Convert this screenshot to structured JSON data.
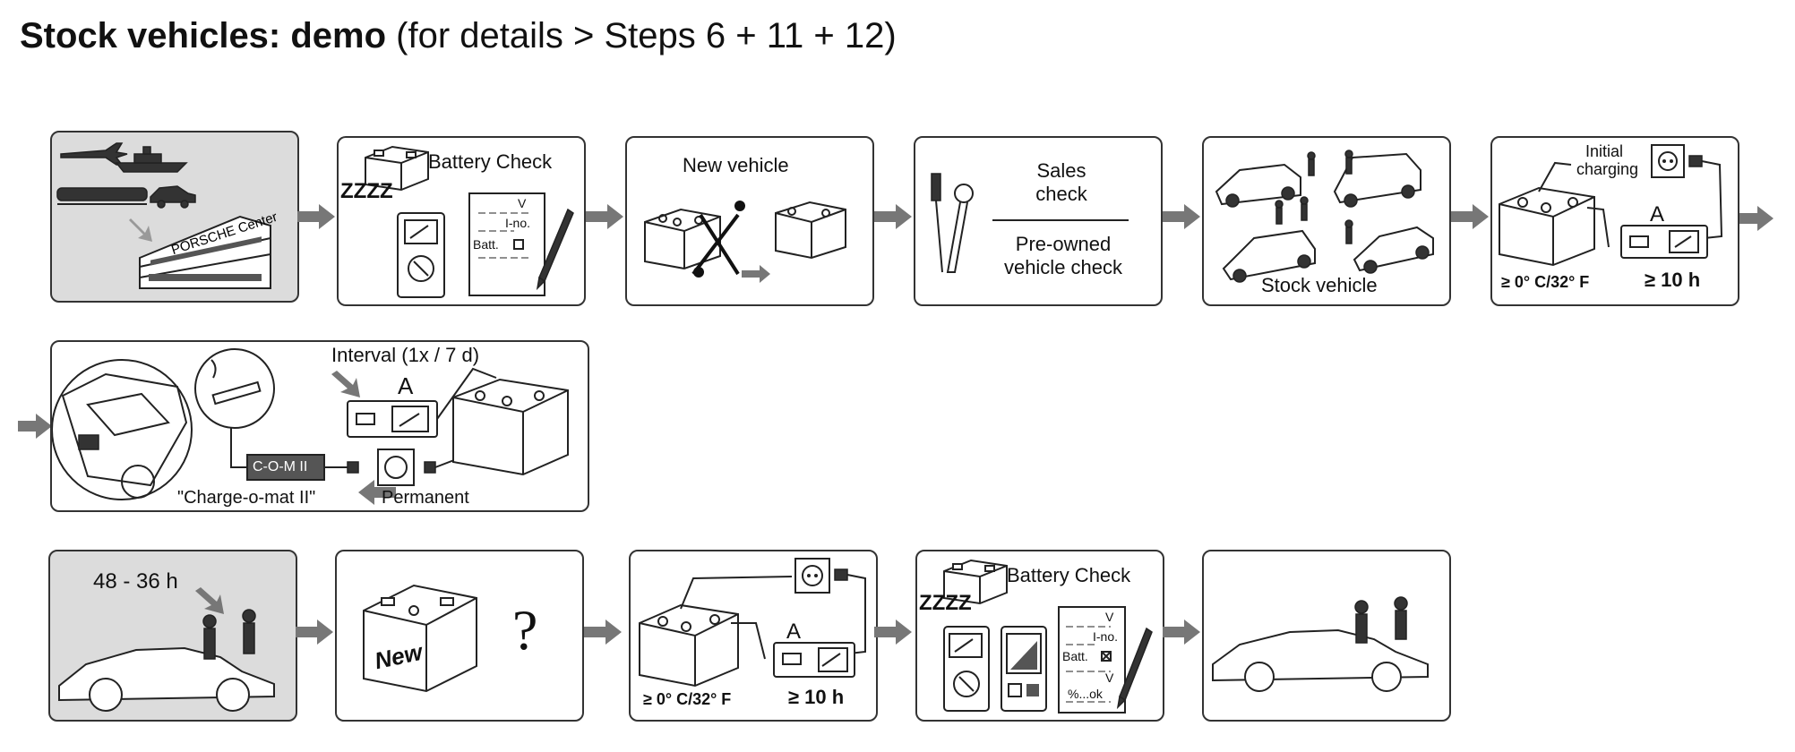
{
  "title": {
    "bold": "Stock vehicles: demo",
    "normal": "(for details > Steps 6 + 11 + 12)"
  },
  "panels": {
    "p1": {
      "icons": [
        "airplane-icon",
        "ship-icon",
        "train-icon",
        "car-icon",
        "porsche-center-building-icon"
      ],
      "building_sign": "PORSCHE Center"
    },
    "p2": {
      "label": "Battery Check",
      "sleep": "ZZZZ",
      "form_v": "V",
      "form_ino": "I-no.",
      "form_batt": "Batt."
    },
    "p3": {
      "label": "New vehicle"
    },
    "p4": {
      "label_top_1": "Sales",
      "label_top_2": "check",
      "label_bottom_1": "Pre-owned",
      "label_bottom_2": "vehicle check"
    },
    "p5": {
      "label": "Stock vehicle"
    },
    "p6": {
      "label_initial_1": "Initial",
      "label_initial_2": "charging",
      "temp": "≥ 0° C/32° F",
      "amp": "A",
      "time": "≥ 10 h"
    },
    "p7": {
      "interval": "Interval (1x / 7 d)",
      "amp": "A",
      "device": "C-O-M II",
      "device_name": "\"Charge-o-mat II\"",
      "permanent": "Permanent"
    },
    "p8": {
      "hours": "48 - 36 h"
    },
    "p9": {
      "battery_text": "New",
      "question": "?"
    },
    "p10": {
      "temp": "≥ 0° C/32° F",
      "amp": "A",
      "time": "≥ 10 h"
    },
    "p11": {
      "label": "Battery Check",
      "sleep": "ZZZZ",
      "form_v": "V",
      "form_ino": "I-no.",
      "form_batt": "Batt.",
      "form_v2": "V",
      "form_pct": "%...ok"
    },
    "p12": {
      "icons": [
        "car-handover-icon"
      ]
    }
  },
  "colors": {
    "grey_panel": "#dcdcdc",
    "arrow": "#777777",
    "stroke": "#222222"
  }
}
